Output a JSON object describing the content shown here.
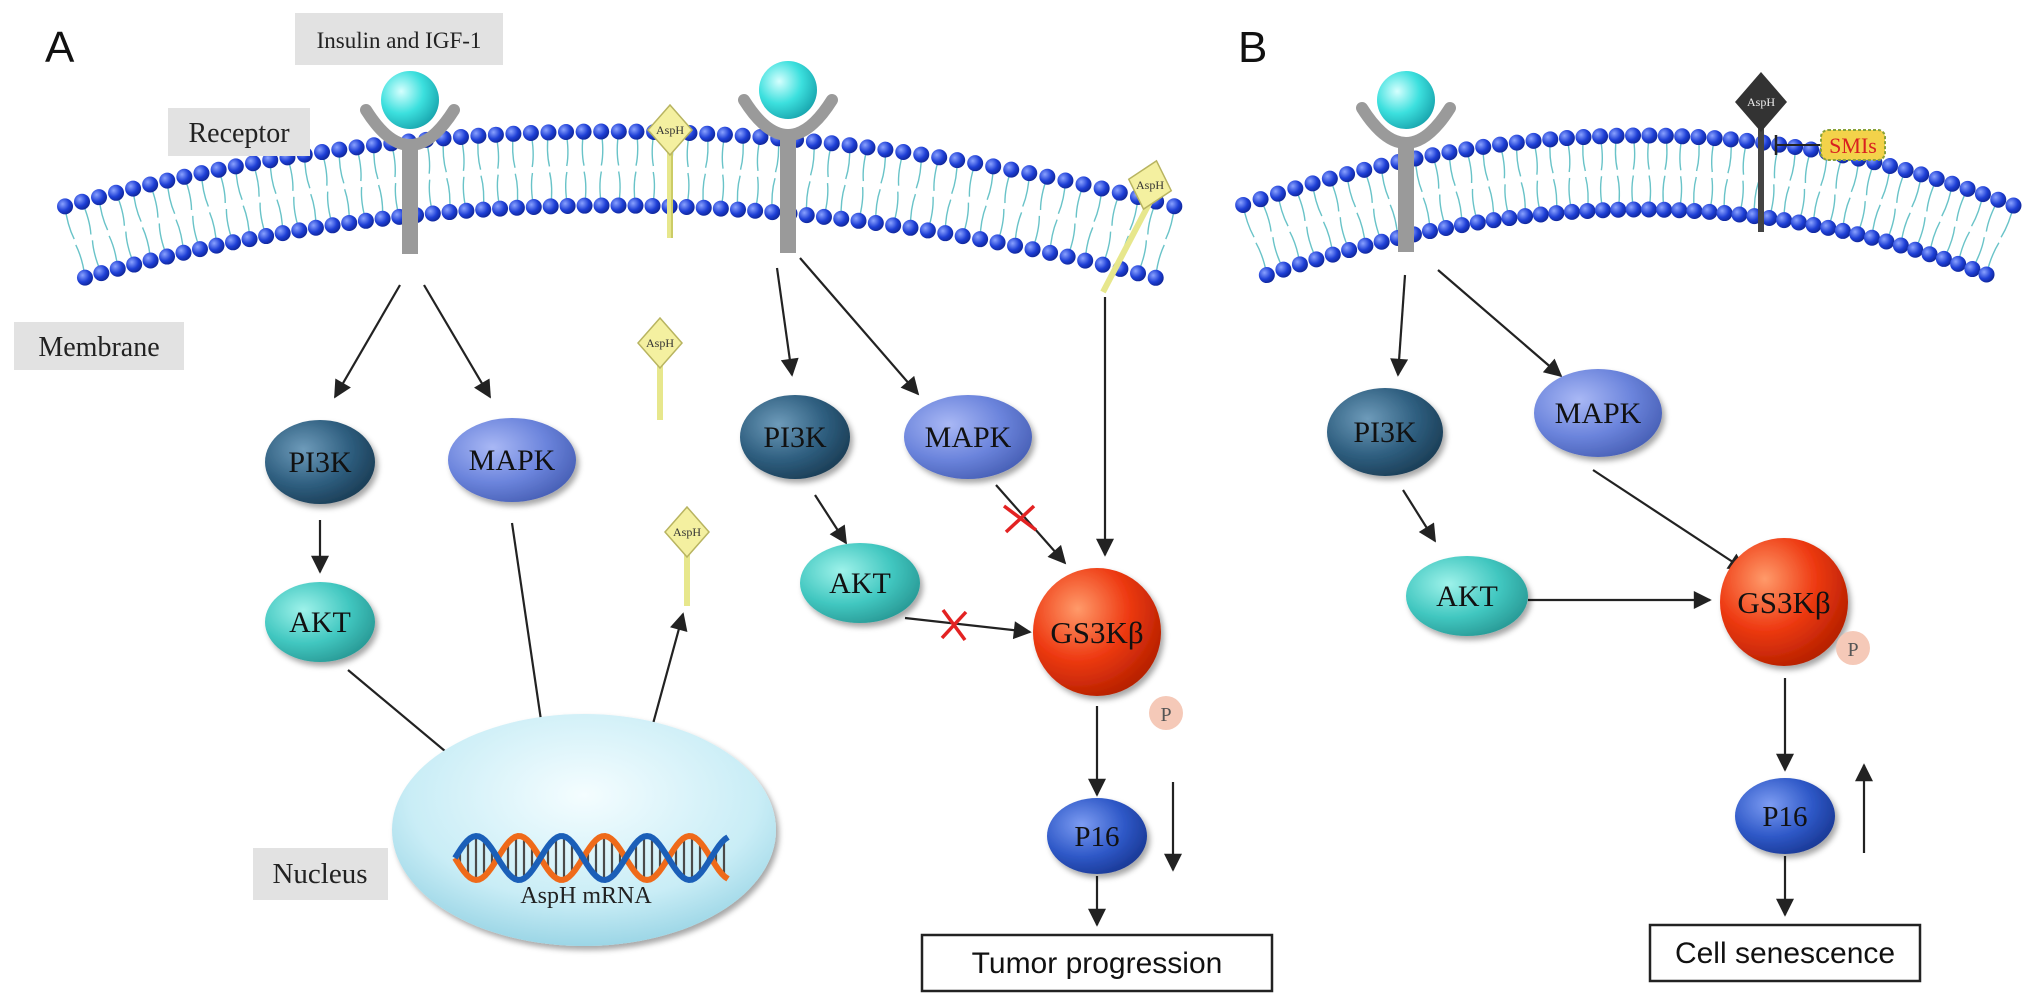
{
  "panels": {
    "a": {
      "letter": "A",
      "labels": {
        "ligand": "Insulin and IGF-1",
        "receptor": "Receptor",
        "membrane": "Membrane",
        "nucleus": "Nucleus",
        "mrna": "AspH mRNA"
      },
      "left_path": {
        "pi3k": "PI3K",
        "mapk": "MAPK",
        "akt": "AKT"
      },
      "right_path": {
        "pi3k": "PI3K",
        "mapk": "MAPK",
        "akt": "AKT",
        "gsk": "GS3Kβ",
        "phospho": "P",
        "p16": "P16"
      },
      "asph": [
        "AspH",
        "AspH",
        "AspH",
        "AspH"
      ],
      "outcome": "Tumor progression"
    },
    "b": {
      "letter": "B",
      "asph": "AspH",
      "inhibitor": "SMIs",
      "nodes": {
        "pi3k": "PI3K",
        "mapk": "MAPK",
        "akt": "AKT",
        "gsk": "GS3Kβ",
        "phospho": "P",
        "p16": "P16"
      },
      "outcome": "Cell senescence"
    }
  },
  "colors": {
    "pi3k": "#2f5f80",
    "mapk": "#6b84dc",
    "akt": "#41c7c0",
    "gsk": "#ee3a12",
    "p16": "#2f59c8",
    "phospho": "#f5c9b8",
    "ligand": "#3ce0de",
    "receptor": "#9a9a9a",
    "asph": "#f4f0a0",
    "asph_inhibited": "#333333",
    "membrane_head": "#1e3fd6",
    "membrane_tail": "#69c3c8",
    "label_box": "#e2e2e2",
    "inhibit_mark": "#e32222",
    "smis_fill": "#f3d24a",
    "smis_text": "#d92020"
  }
}
